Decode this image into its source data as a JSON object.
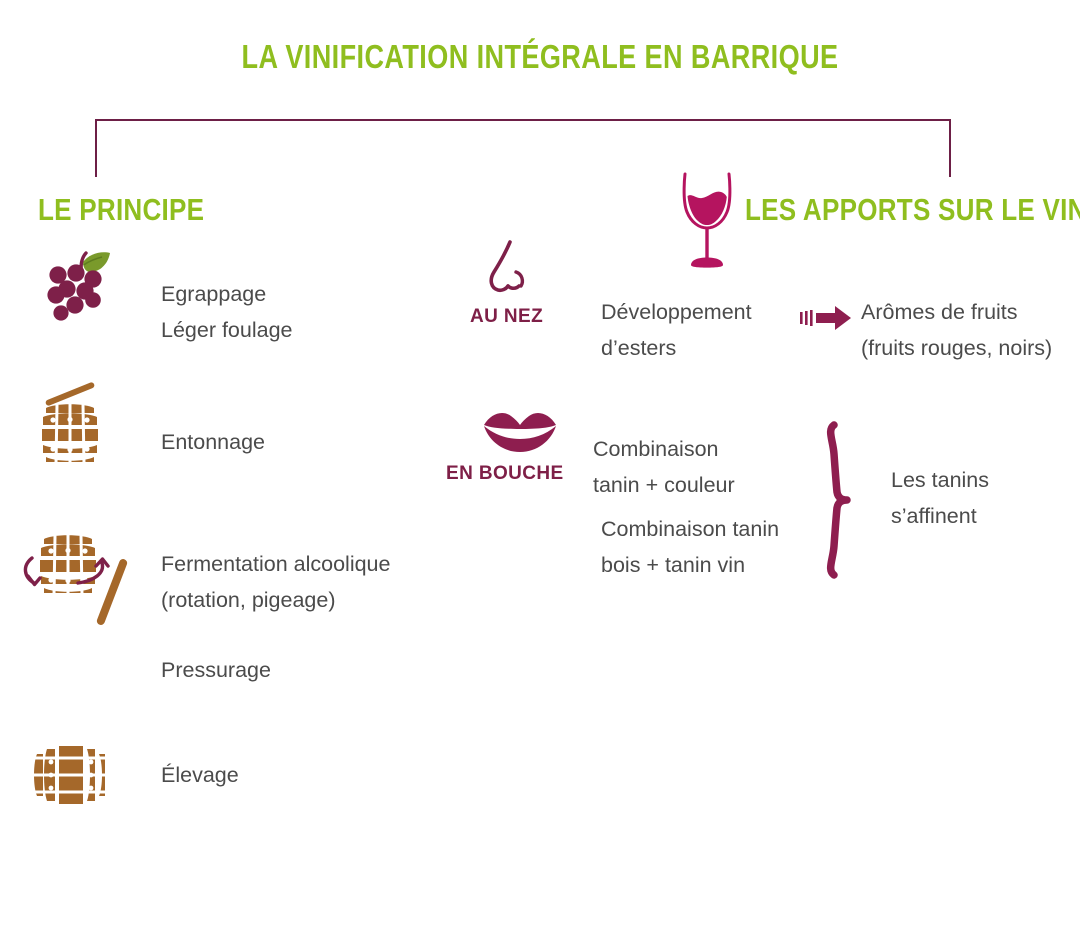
{
  "title": "LA VINIFICATION INTÉGRALE EN BARRIQUE",
  "colors": {
    "green": "#8fbe1f",
    "wine_purple": "#7e1f47",
    "barrel_brown": "#a5682a",
    "body_text": "#4b4b4b",
    "background": "#ffffff"
  },
  "sections": {
    "principe": {
      "heading": "LE PRINCIPE",
      "steps": [
        {
          "icon": "grapes-icon",
          "lines": [
            "Egrappage",
            "Léger foulage"
          ]
        },
        {
          "icon": "barrel-funnel-icon",
          "lines": [
            "Entonnage"
          ]
        },
        {
          "icon": "barrel-rotation-icon",
          "lines": [
            "Fermentation alcoolique",
            "(rotation, pigeage)"
          ]
        },
        {
          "icon": null,
          "lines": [
            "Pressurage"
          ]
        },
        {
          "icon": "barrel-aging-icon",
          "lines": [
            "Élevage"
          ]
        }
      ]
    },
    "apports": {
      "heading": "LES APPORTS SUR LE VIN",
      "icon": "wine-glass-icon",
      "sensory": [
        {
          "icon": "nose-icon",
          "label": "AU NEZ",
          "cause": [
            "Développement",
            "d’esters"
          ],
          "connector": "arrow-right-icon",
          "effect": [
            "Arômes de fruits",
            "(fruits rouges, noirs)"
          ]
        },
        {
          "icon": "lips-icon",
          "label": "EN BOUCHE",
          "cause_blocks": [
            [
              "Combinaison",
              "tanin + couleur"
            ],
            [
              "Combinaison tanin",
              "bois + tanin vin"
            ]
          ],
          "connector": "curly-brace-icon",
          "effect": [
            "Les tanins",
            "s’affinent"
          ]
        }
      ]
    }
  }
}
